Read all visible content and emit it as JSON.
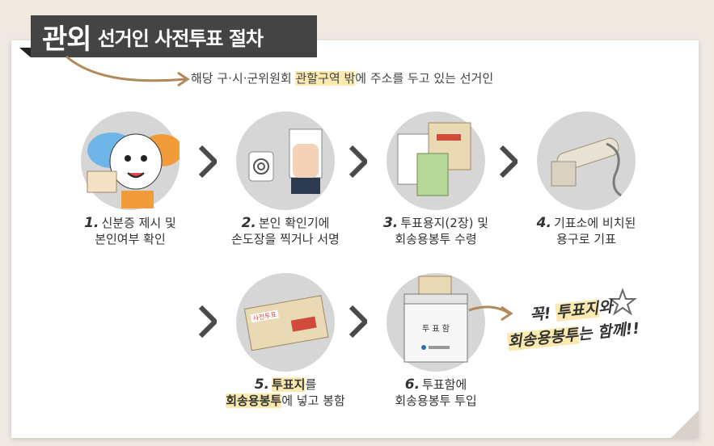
{
  "banner": {
    "prefix": "관외",
    "title": "선거인 사전투표 절차"
  },
  "subtitle": {
    "before": "해당 구·시·군위원회 ",
    "highlight": "관할구역 밖",
    "after": "에 주소를 두고 있는 선거인"
  },
  "steps": [
    {
      "num": "1.",
      "line1": "신분증 제시 및",
      "line2": "본인여부 확인"
    },
    {
      "num": "2.",
      "line1": "본인 확인기에",
      "line2": "손도장을 찍거나 서명"
    },
    {
      "num": "3.",
      "line1": "투표용지(2장) 및",
      "line2": "회송용봉투 수령"
    },
    {
      "num": "4.",
      "line1": "기표소에 비치된",
      "line2": "용구로 기표"
    },
    {
      "num": "5.",
      "line1a_hl": "투표지",
      "line1b": "를",
      "line2a_hl": "회송용봉투",
      "line2b": "에 넣고 봉함"
    },
    {
      "num": "6.",
      "line1": "투표함에",
      "line2": "회송용봉투 투입"
    }
  ],
  "ballot_box_label": "투 표 함",
  "envelope_label": "사전투표",
  "note": {
    "line1a": "꼭! ",
    "line1b_hl": "투표지",
    "line1c": "와",
    "line2a_hl": "회송용봉투",
    "line2b": "는 함께!!"
  },
  "colors": {
    "banner": "#444444",
    "highlight": "#fbeab0",
    "circle": "#d6d6d6",
    "arrow": "#b08a5a",
    "chevron": "#4a4a4a"
  }
}
